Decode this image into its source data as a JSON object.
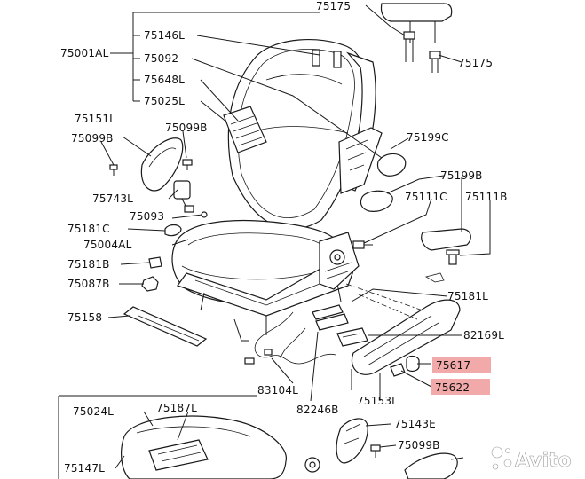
{
  "parts": {
    "p75175a": "75175",
    "p75175b": "75175",
    "p75146L": "75146L",
    "p75001AL": "75001AL",
    "p75092": "75092",
    "p75648L": "75648L",
    "p75025L": "75025L",
    "p75151L": "75151L",
    "p75099Ba": "75099B",
    "p75099Bb": "75099B",
    "p75099Bc": "75099B",
    "p75199C": "75199C",
    "p75743L": "75743L",
    "p75199B": "75199B",
    "p75111C": "75111C",
    "p75111B": "75111B",
    "p75181C": "75181C",
    "p75093": "75093",
    "p75004AL": "75004AL",
    "p75181B": "75181B",
    "p75087B": "75087B",
    "p75181L": "75181L",
    "p75158": "75158",
    "p82169L": "82169L",
    "p75617": "75617",
    "p75622": "75622",
    "p83104L": "83104L",
    "p82246B": "82246B",
    "p75153L": "75153L",
    "p75024L": "75024L",
    "p75187L": "75187L",
    "p75143E": "75143E",
    "p75147L": "75147L"
  },
  "highlight_color": "#f1a9a9",
  "watermark": {
    "text": "Avito",
    "icon": "avito-dots-icon"
  }
}
